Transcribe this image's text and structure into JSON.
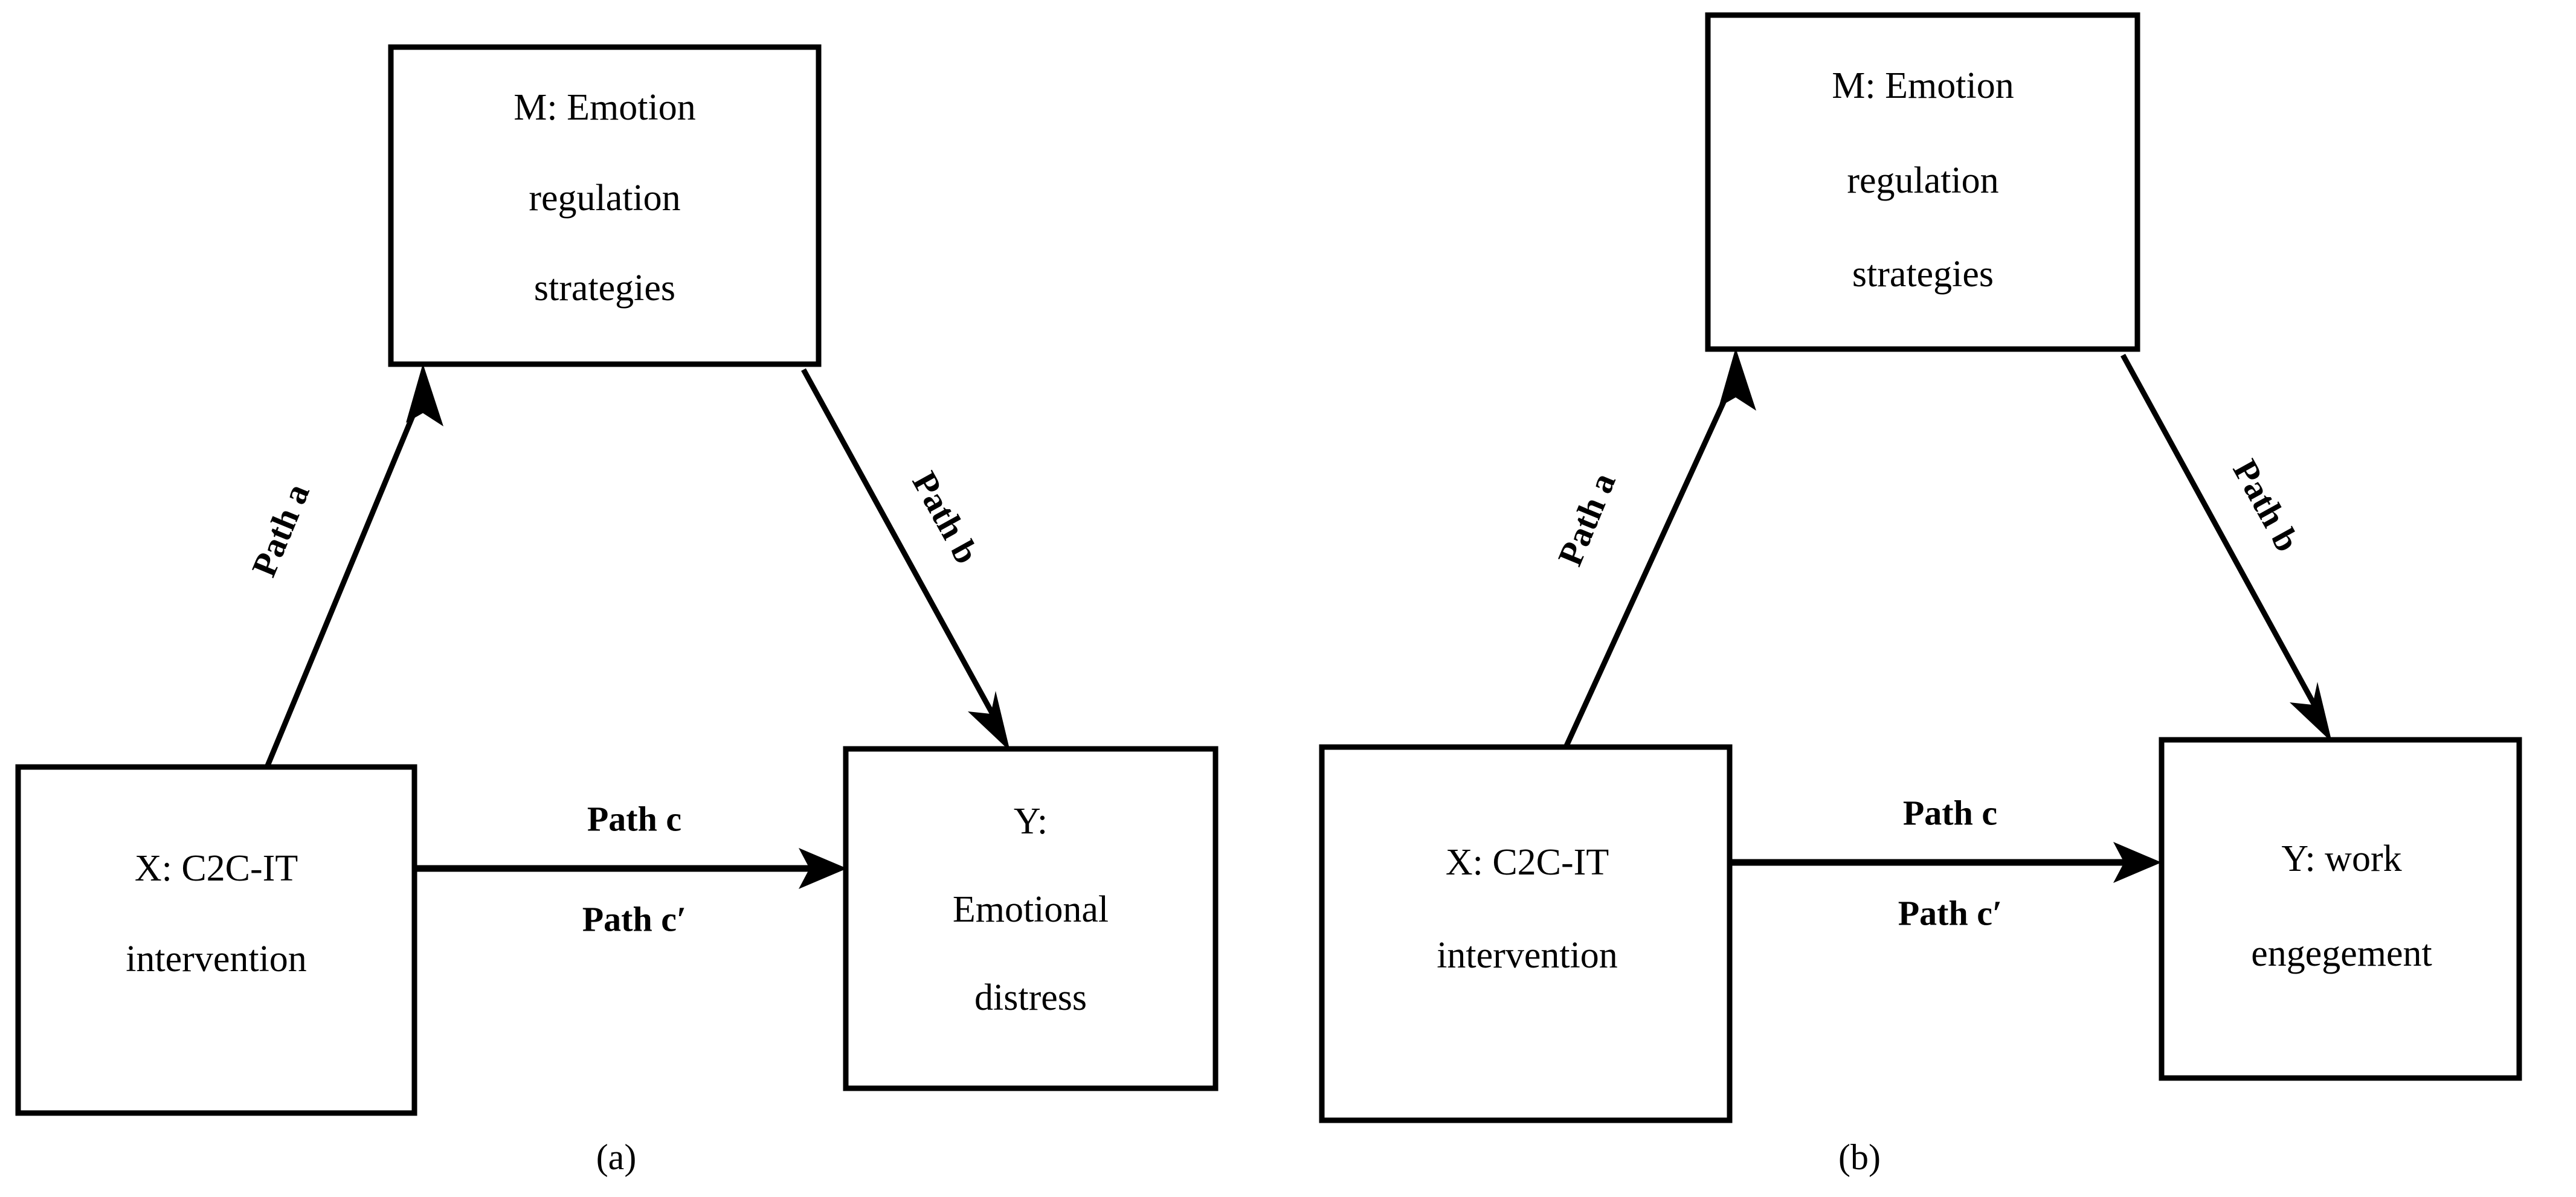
{
  "figure": {
    "type": "mediation-model-diagram",
    "background_color": "#ffffff",
    "line_color": "#000000",
    "panel_count": 2
  },
  "panels": [
    {
      "id": "panel-a",
      "caption": "(a)",
      "nodes": {
        "mediator": {
          "role": "M",
          "lines": [
            "M: Emotion",
            "regulation",
            "strategies"
          ]
        },
        "predictor": {
          "role": "X",
          "lines": [
            "X: C2C-IT",
            "intervention"
          ]
        },
        "outcome": {
          "role": "Y",
          "lines": [
            "Y:",
            "Emotional",
            "distress"
          ]
        }
      },
      "edges": {
        "a": {
          "label": "Path a",
          "from": "X",
          "to": "M"
        },
        "b": {
          "label": "Path b",
          "from": "M",
          "to": "Y"
        },
        "c": {
          "label": "Path c",
          "from": "X",
          "to": "Y"
        },
        "c_prime": {
          "label": "Path c′",
          "from": "X",
          "to": "Y"
        }
      }
    },
    {
      "id": "panel-b",
      "caption": "(b)",
      "nodes": {
        "mediator": {
          "role": "M",
          "lines": [
            "M: Emotion",
            "regulation",
            "strategies"
          ]
        },
        "predictor": {
          "role": "X",
          "lines": [
            "X: C2C-IT",
            "intervention"
          ]
        },
        "outcome": {
          "role": "Y",
          "lines": [
            "Y: work",
            "engegement"
          ]
        }
      },
      "edges": {
        "a": {
          "label": "Path a",
          "from": "X",
          "to": "M"
        },
        "b": {
          "label": "Path b",
          "from": "M",
          "to": "Y"
        },
        "c": {
          "label": "Path c",
          "from": "X",
          "to": "Y"
        },
        "c_prime": {
          "label": "Path c′",
          "from": "X",
          "to": "Y"
        }
      }
    }
  ]
}
